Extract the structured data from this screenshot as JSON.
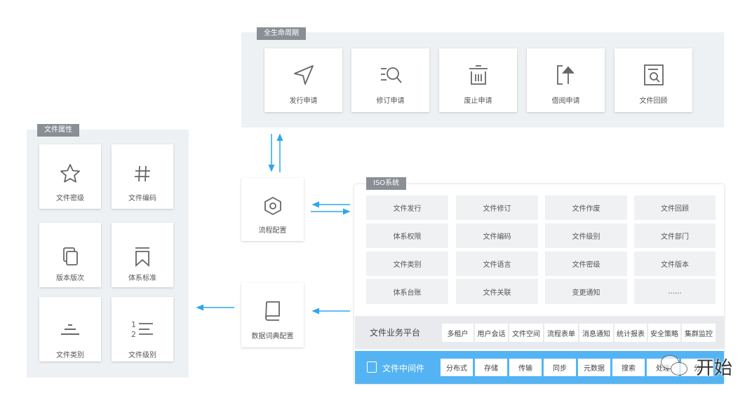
{
  "lifecycle": {
    "tag": "全生命周期",
    "cards": [
      {
        "label": "发行申请",
        "icon": "send-arrow-icon"
      },
      {
        "label": "修订申请",
        "icon": "list-search-icon"
      },
      {
        "label": "废止申请",
        "icon": "trash-icon"
      },
      {
        "label": "借阅申请",
        "icon": "upload-doc-icon"
      },
      {
        "label": "文件回顾",
        "icon": "doc-search-icon"
      }
    ]
  },
  "attributes": {
    "tag": "文件属性",
    "cards": [
      {
        "label": "文件密级",
        "icon": "star-icon"
      },
      {
        "label": "文件编码",
        "icon": "hash-icon"
      },
      {
        "label": "版本版次",
        "icon": "copy-icon"
      },
      {
        "label": "体系标准",
        "icon": "bookmark-icon"
      },
      {
        "label": "文件类别",
        "icon": "stack-lines-icon"
      },
      {
        "label": "文件级别",
        "icon": "numbered-list-icon"
      }
    ]
  },
  "center": {
    "process": {
      "label": "流程配置",
      "icon": "hexagon-icon"
    },
    "dictionary": {
      "label": "数据词典配置",
      "icon": "book-icon"
    }
  },
  "iso": {
    "tag": "ISO系统",
    "grid": [
      [
        "文件发行",
        "文件修订",
        "文件作废",
        "文件回顾"
      ],
      [
        "体系权限",
        "文件编码",
        "文件级别",
        "文件部门"
      ],
      [
        "文件类别",
        "文件语言",
        "文件密级",
        "文件版本"
      ],
      [
        "体系台账",
        "文件关联",
        "变更通知",
        "......"
      ]
    ],
    "platform": {
      "title": "文件业务平台",
      "items": [
        "多租户",
        "用户会话",
        "文件空间",
        "流程表单",
        "消息通知",
        "统计报表",
        "安全策略",
        "集群监控"
      ]
    },
    "middleware": {
      "title": "文件中间件",
      "items": [
        "分布式",
        "存储",
        "传输",
        "同步",
        "元数据",
        "搜索",
        "处理",
        "分"
      ]
    }
  },
  "watermark": {
    "text": "开始"
  },
  "colors": {
    "panel": "#eef1f4",
    "tag": "#8a8f96",
    "arrow": "#2ea7ee",
    "middleware": "#54b4f3"
  }
}
